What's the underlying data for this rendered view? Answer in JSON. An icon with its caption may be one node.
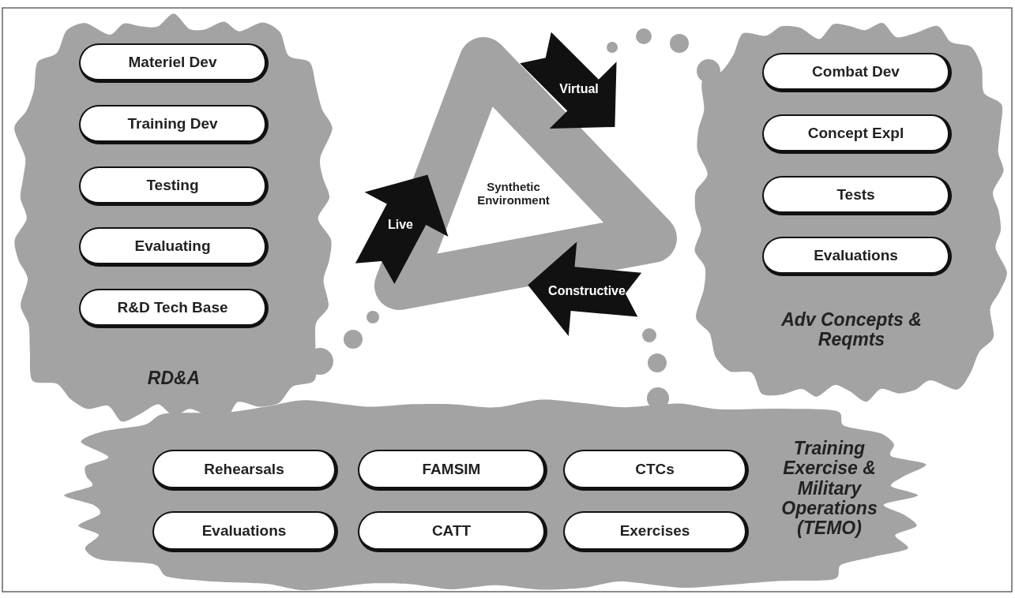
{
  "diagram": {
    "nodes": [
      {
        "text": [
          "RD&A"
        ]
      },
      {
        "text": [
          "Materiel Dev"
        ],
        "in": 0
      },
      {
        "text": [
          "Training Dev"
        ],
        "in": 0
      },
      {
        "text": [
          "Testing"
        ],
        "in": 0
      },
      {
        "text": [
          "Evaluating"
        ],
        "in": 0
      },
      {
        "text": [
          "R&D Tech Base"
        ],
        "in": 0
      },
      {
        "text": [
          "Adv Concepts & Reqmts"
        ]
      },
      {
        "text": [
          "Combat Dev"
        ],
        "in": 6
      },
      {
        "text": [
          "Concept Expl"
        ],
        "in": 6
      },
      {
        "text": [
          "Tests"
        ],
        "in": 6
      },
      {
        "text": [
          "Evaluations"
        ],
        "in": 6
      },
      {
        "text": [
          "Training Exercise & Military Operations (TEMO)"
        ]
      },
      {
        "text": [
          "Rehearsals"
        ],
        "in": 11
      },
      {
        "text": [
          "FAMSIM"
        ],
        "in": 11
      },
      {
        "text": [
          "CTCs"
        ],
        "in": 11
      },
      {
        "text": [
          "Evaluations"
        ],
        "in": 11
      },
      {
        "text": [
          "CATT"
        ],
        "in": 11
      },
      {
        "text": [
          "Exercises"
        ],
        "in": 11
      },
      {
        "text": [
          "Virtual"
        ]
      },
      {
        "text": [
          "Live"
        ]
      },
      {
        "text": [
          "Constructive"
        ]
      }
    ],
    "labels": [
      "Synthetic Environment"
    ]
  }
}
